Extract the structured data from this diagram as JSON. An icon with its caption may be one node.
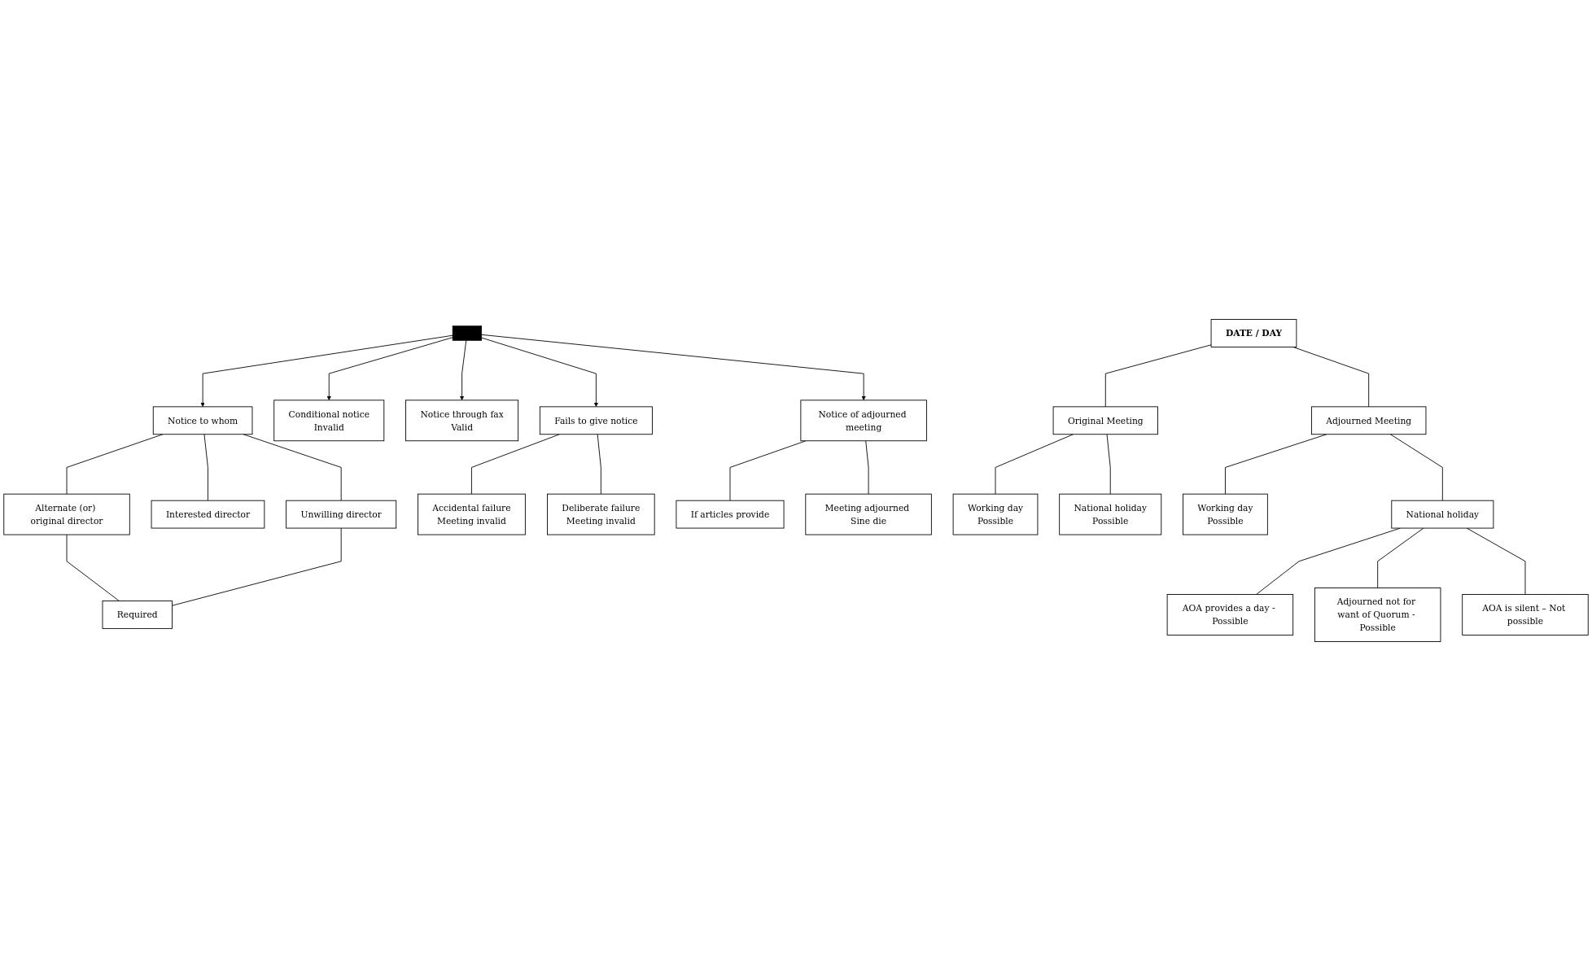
{
  "diagram": {
    "nodes": [
      {
        "text": [],
        "shape": "bar"
      },
      {
        "text": [
          "Notice to whom"
        ]
      },
      {
        "text": [
          "Conditional notice",
          "Invalid"
        ]
      },
      {
        "text": [
          "Notice through fax",
          "Valid"
        ]
      },
      {
        "text": [
          "Fails to give notice"
        ]
      },
      {
        "text": [
          "Notice of adjourned meeting"
        ]
      },
      {
        "text": [
          "Alternate (or) original director"
        ]
      },
      {
        "text": [
          "Interested director"
        ]
      },
      {
        "text": [
          "Unwilling director"
        ]
      },
      {
        "text": [
          "Required"
        ]
      },
      {
        "text": [
          "Accidental failure",
          "Meeting invalid"
        ]
      },
      {
        "text": [
          "Deliberate failure",
          "Meeting invalid"
        ]
      },
      {
        "text": [
          "If articles provide"
        ]
      },
      {
        "text": [
          "Meeting adjourned Sine die"
        ]
      },
      {
        "text": [
          "DATE / DAY"
        ]
      },
      {
        "text": [
          "Original Meeting"
        ]
      },
      {
        "text": [
          "Adjourned Meeting"
        ]
      },
      {
        "text": [
          "Working day",
          "Possible"
        ]
      },
      {
        "text": [
          "National holiday",
          "Possible"
        ]
      },
      {
        "text": [
          "Working day",
          "Possible"
        ]
      },
      {
        "text": [
          "National holiday"
        ]
      },
      {
        "text": [
          "AOA provides a day - Possible"
        ]
      },
      {
        "text": [
          "Adjourned not for want of Quorum - Possible"
        ]
      },
      {
        "text": [
          "AOA is silent – Not possible"
        ]
      }
    ],
    "edges": [
      {
        "from": 0,
        "to": 1,
        "arrow": "to"
      },
      {
        "from": 0,
        "to": 2,
        "arrow": "to"
      },
      {
        "from": 0,
        "to": 3,
        "arrow": "to"
      },
      {
        "from": 0,
        "to": 4,
        "arrow": "to"
      },
      {
        "from": 0,
        "to": 5,
        "arrow": "to"
      },
      {
        "from": 1,
        "to": 6,
        "arrow": "none"
      },
      {
        "from": 1,
        "to": 7,
        "arrow": "none"
      },
      {
        "from": 1,
        "to": 8,
        "arrow": "none"
      },
      {
        "from": 6,
        "to": 9,
        "arrow": "none"
      },
      {
        "from": 8,
        "to": 9,
        "arrow": "none"
      },
      {
        "from": 4,
        "to": 10,
        "arrow": "none"
      },
      {
        "from": 4,
        "to": 11,
        "arrow": "none"
      },
      {
        "from": 5,
        "to": 12,
        "arrow": "none"
      },
      {
        "from": 5,
        "to": 13,
        "arrow": "none"
      },
      {
        "from": 14,
        "to": 15,
        "arrow": "none"
      },
      {
        "from": 14,
        "to": 16,
        "arrow": "none"
      },
      {
        "from": 15,
        "to": 17,
        "arrow": "none"
      },
      {
        "from": 15,
        "to": 18,
        "arrow": "none"
      },
      {
        "from": 16,
        "to": 19,
        "arrow": "none"
      },
      {
        "from": 16,
        "to": 20,
        "arrow": "none"
      },
      {
        "from": 20,
        "to": 21,
        "arrow": "none"
      },
      {
        "from": 20,
        "to": 22,
        "arrow": "none"
      },
      {
        "from": 20,
        "to": 23,
        "arrow": "none"
      }
    ]
  }
}
